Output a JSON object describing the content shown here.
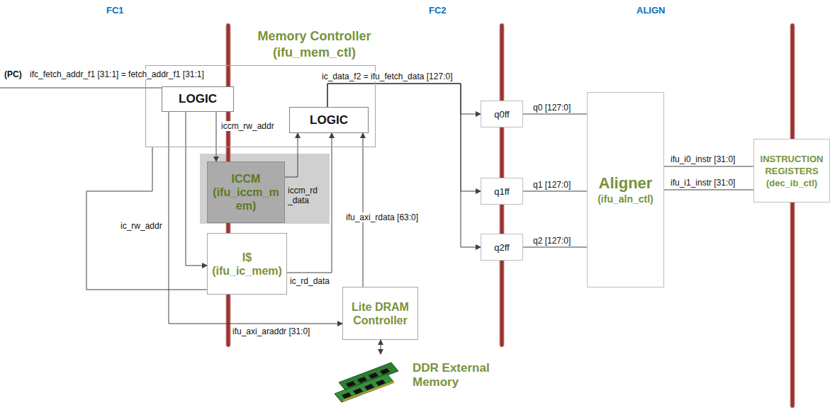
{
  "diagram": {
    "nodes": [
      {
        "text": [
          "Memory Controller (ifu_mem_ctl)"
        ]
      },
      {
        "text": [
          "LOGIC"
        ],
        "in": 0
      },
      {
        "text": [
          "LOGIC"
        ],
        "in": 0
      },
      {
        "text": [
          "ICCM (ifu_iccm_mem)"
        ]
      },
      {
        "text": [
          "I$ (ifu_ic_mem)"
        ]
      },
      {
        "text": [
          "Lite DRAM Controller"
        ]
      },
      {
        "text": [
          "DDR External Memory"
        ]
      },
      {
        "text": [
          "q0ff"
        ]
      },
      {
        "text": [
          "q1ff"
        ]
      },
      {
        "text": [
          "q2ff"
        ]
      },
      {
        "text": [
          "Aligner",
          "(ifu_aln_ctl)"
        ]
      },
      {
        "text": [
          "INSTRUCTION REGISTERS (dec_ib_ctl)"
        ]
      }
    ],
    "edges": [
      {
        "from": 1,
        "to": 3,
        "label": "iccm_rw_addr",
        "arrow": "to"
      },
      {
        "from": 1,
        "to": 4,
        "label": "ic_rw_addr",
        "arrow": "to"
      },
      {
        "from": 1,
        "to": 5,
        "label": "ifu_axi_araddr [31:0]",
        "arrow": "to"
      },
      {
        "from": 3,
        "to": 2,
        "label": "iccm_rd _data",
        "arrow": "to"
      },
      {
        "from": 4,
        "to": 2,
        "label": "ic_rd_data",
        "arrow": "to"
      },
      {
        "from": 5,
        "to": 2,
        "label": "ifu_axi_rdata [63:0]",
        "arrow": "to"
      },
      {
        "from": 5,
        "to": 6,
        "arrow": "both"
      },
      {
        "from": 2,
        "to": 7,
        "label": "ic_data_f2 = ifu_fetch_data [127:0]",
        "arrow": "to"
      },
      {
        "from": 2,
        "to": 8,
        "arrow": "to"
      },
      {
        "from": 2,
        "to": 9,
        "arrow": "to"
      },
      {
        "from": 7,
        "to": 10,
        "label": "q0 [127:0]",
        "arrow": "none"
      },
      {
        "from": 8,
        "to": 10,
        "label": "q1 [127:0]",
        "arrow": "none"
      },
      {
        "from": 9,
        "to": 10,
        "label": "q2 [127:0]",
        "arrow": "none"
      },
      {
        "from": 10,
        "to": 11,
        "label": "ifu_i0_instr [31:0]",
        "arrow": "none"
      },
      {
        "from": 10,
        "to": 11,
        "label": "ifu_i1_instr [31:0]",
        "arrow": "none"
      },
      {
        "from": 0,
        "to": 4,
        "arrow": "none"
      }
    ],
    "labels": [
      "FC1",
      "FC2",
      "ALIGN",
      "(PC)",
      "ifc_fetch_addr_f1 [31:1] = fetch_addr_f1 [31:1]"
    ]
  }
}
